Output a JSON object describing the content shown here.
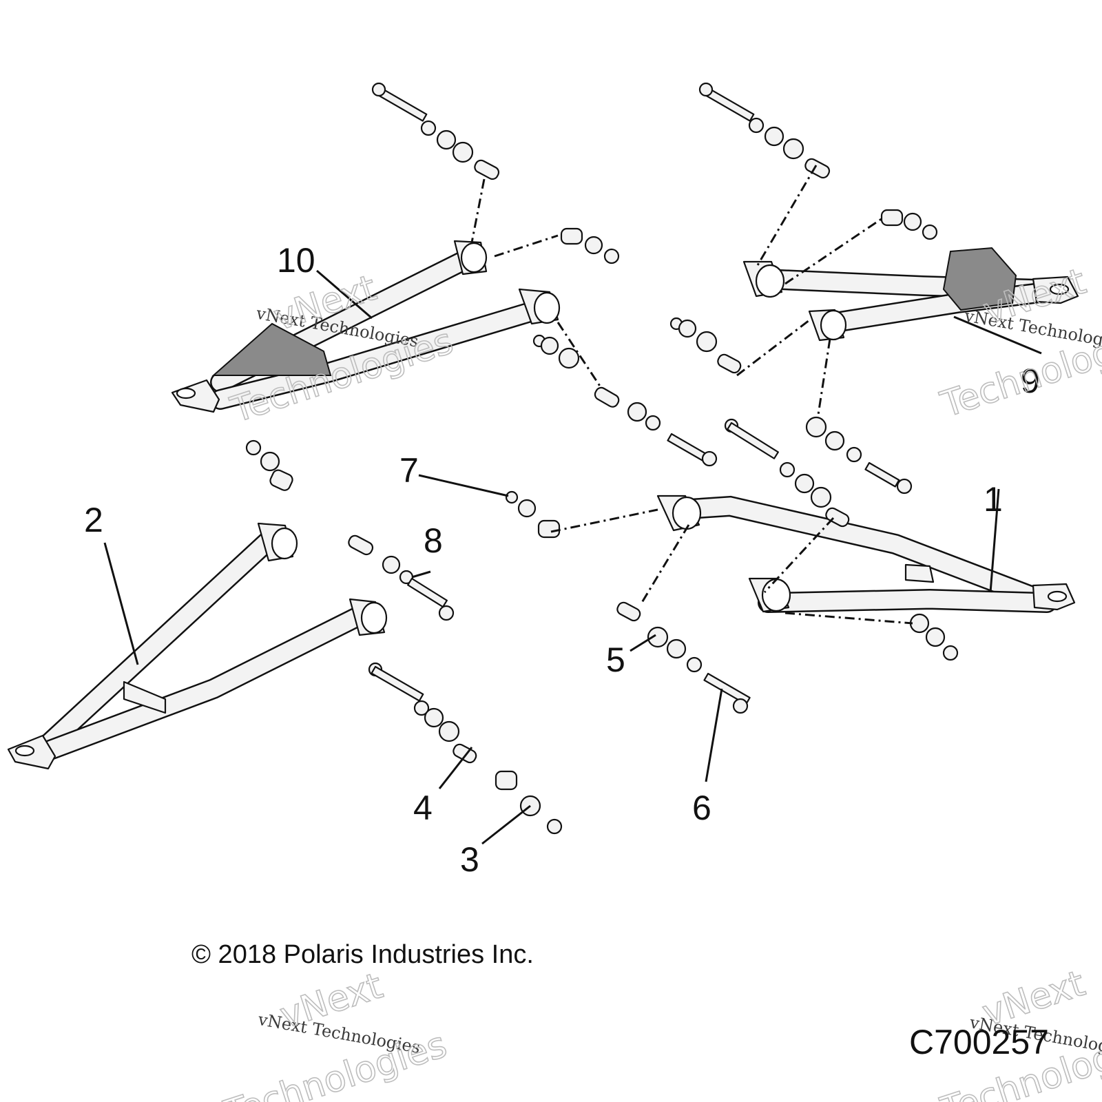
{
  "callouts": {
    "c1": "1",
    "c2": "2",
    "c3": "3",
    "c4": "4",
    "c5": "5",
    "c6": "6",
    "c7": "7",
    "c8": "8",
    "c9": "9",
    "c10": "10"
  },
  "copyright": "© 2018 Polaris Industries Inc.",
  "figure_code": "C700257",
  "watermark": {
    "line": "vNext Technologies",
    "brand": "vNext",
    "word": "Technologies"
  }
}
